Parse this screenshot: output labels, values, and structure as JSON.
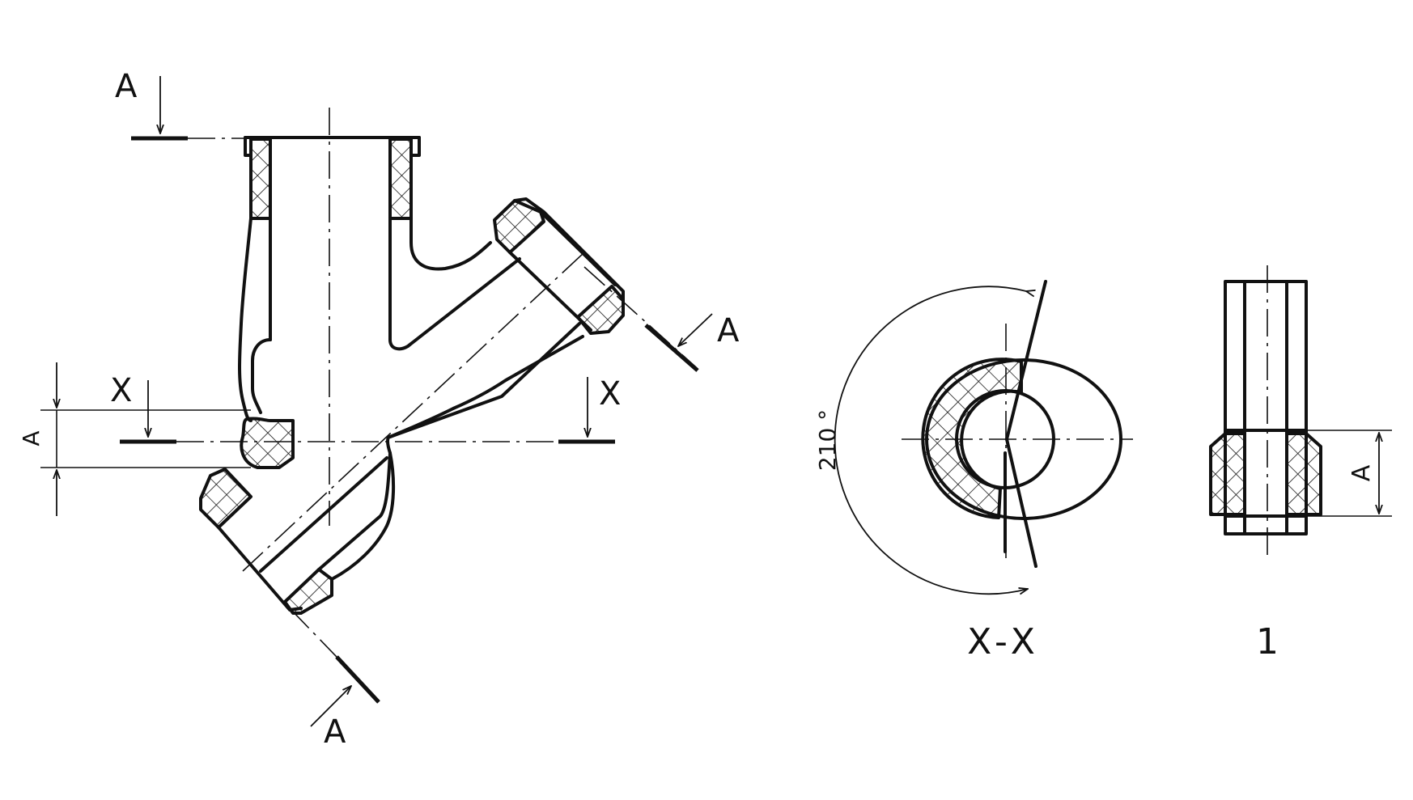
{
  "labels": {
    "section_a_top": "A",
    "section_a_right": "A",
    "section_a_bottom": "A",
    "section_x_left": "X",
    "section_x_right": "X",
    "dim_a_left": "A",
    "dim_a_right": "A",
    "angle": "210 °",
    "view_xx_caption": "X-X",
    "view_1_caption": "1"
  },
  "colors": {
    "line": "#111111",
    "background": "#ffffff"
  }
}
